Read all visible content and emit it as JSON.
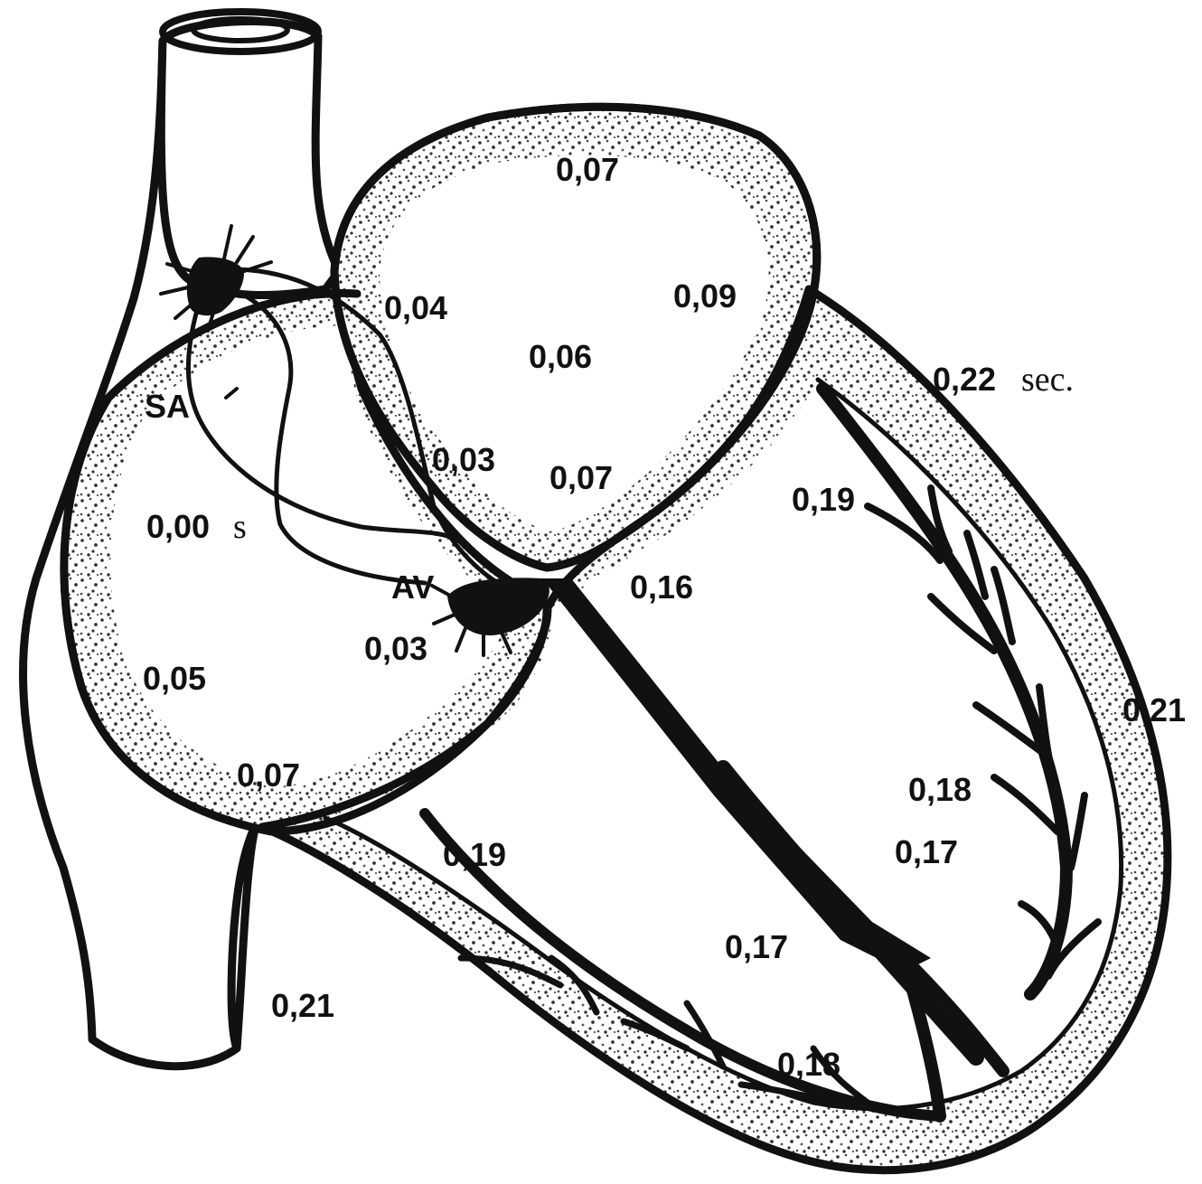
{
  "diagram": {
    "colors": {
      "ink": "#111111",
      "paper": "#ffffff"
    },
    "labels": {
      "sa_node": "SA",
      "av_node": "AV",
      "sa_time": "0,00",
      "sa_unit": "s",
      "ra_upper": "0,04",
      "la_top": "0,07",
      "la_right": "0,09",
      "la_center": "0,06",
      "septum_upper": "0,03",
      "la_lower": "0,07",
      "av_time": "0,03",
      "ra_left": "0,05",
      "ra_lower": "0,07",
      "bundle_his": "0,16",
      "lv_apex_top": "0,22",
      "lv_apex_top_unit": "sec.",
      "lv_upper_branch": "0,19",
      "lv_wall_right": "0,21",
      "lv_mid": "0,18",
      "lv_lower": "0,17",
      "rv_branch": "0,19",
      "rv_center": "0,17",
      "apex": "0,18",
      "rv_outer": "0,21"
    }
  }
}
